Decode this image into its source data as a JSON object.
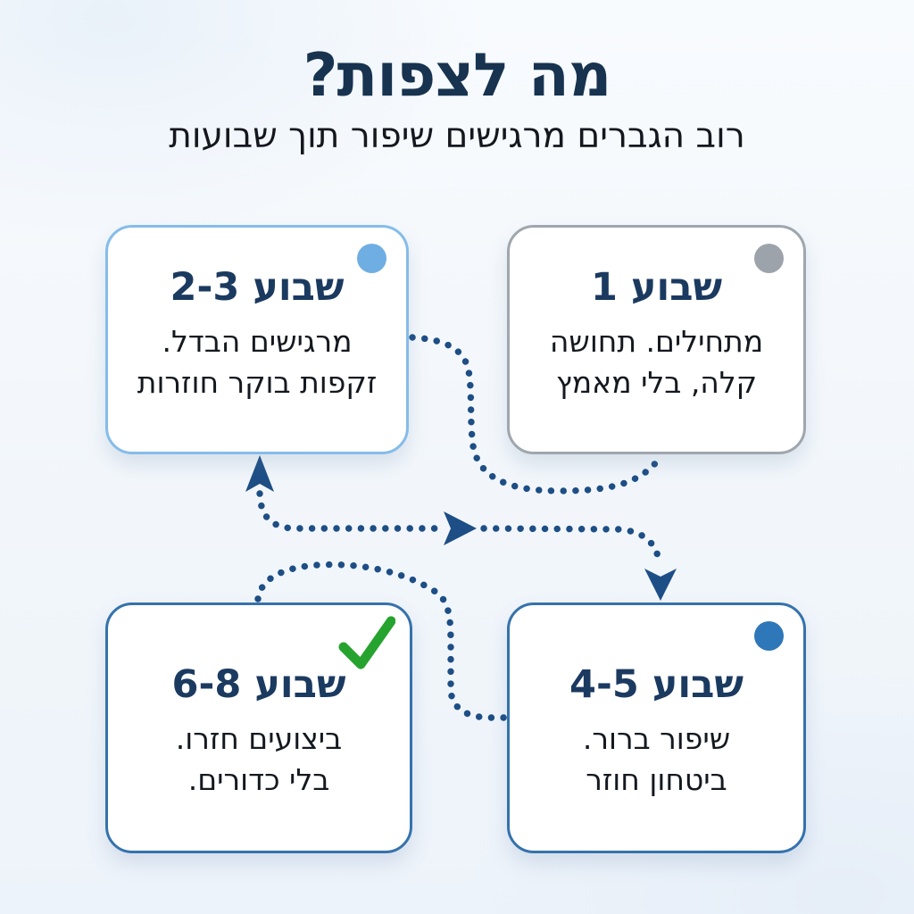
{
  "title": "מה לצפות?",
  "subtitle": "רוב הגברים מרגישים שיפור תוך שבועות",
  "colors": {
    "title": "#17334F",
    "subtitle": "#14181E",
    "heading": "#1B3A60",
    "body_text": "#14181F",
    "connector": "#1D4E85",
    "card_background": "#FFFFFF"
  },
  "cards": [
    {
      "key": "week-1",
      "title": "שבוע 1",
      "body_line1": "מתחילים. תחושה",
      "body_line2": "קלה, בלי מאמץ",
      "marker": "gray-dot",
      "marker_color": "#9CA3AB",
      "border_color": "#9FA6AE"
    },
    {
      "key": "week-2-3",
      "title": "שבוע 2-3",
      "body_line1": "מרגישים הבדל.",
      "body_line2": "זקפות בוקר חוזרות",
      "marker": "light-blue-dot",
      "marker_color": "#6FAEE3",
      "border_color": "#85BCEA"
    },
    {
      "key": "week-4-5",
      "title": "שבוע 4-5",
      "body_line1": "שיפור ברור.",
      "body_line2": "ביטחון חוזר",
      "marker": "blue-dot",
      "marker_color": "#2E77B8",
      "border_color": "#3572AC"
    },
    {
      "key": "week-6-8",
      "title": "שבוע 6-8",
      "body_line1": "ביצועים חזרו.",
      "body_line2": "בלי כדורים.",
      "marker": "green-check",
      "marker_color": "#26A32F",
      "border_color": "#3572AC"
    }
  ]
}
